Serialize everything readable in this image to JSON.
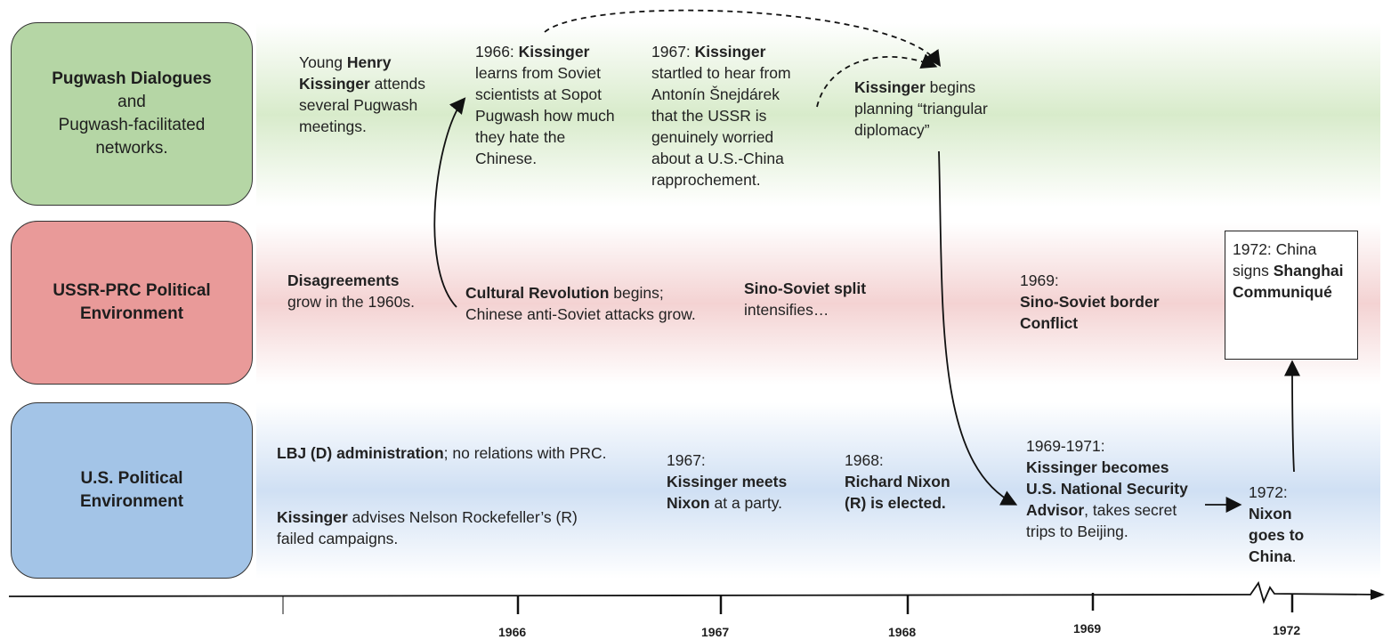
{
  "lanes": {
    "pugwash": {
      "line1": "Pugwash Dialogues",
      "line2": "and",
      "line3": "Pugwash-facilitated",
      "line4": "networks."
    },
    "ussr": {
      "line1": "USSR-PRC Political",
      "line2": "Environment"
    },
    "us": {
      "line1": "U.S. Political",
      "line2": "Environment"
    }
  },
  "notes": {
    "young_henry": {
      "t1": "Young ",
      "t2": "Henry Kissinger",
      "t3": " attends several Pugwash meetings."
    },
    "n1966": {
      "t1": "1966: ",
      "t2": "Kissinger",
      "t3": " learns from Soviet scientists at Sopot Pugwash how much they hate the Chinese."
    },
    "n1967": {
      "t1": "1967: ",
      "t2": "Kissinger",
      "t3": " startled to hear from Antonín Šnejdárek that the USSR is genuinely worried about a U.S.-China rapprochement."
    },
    "triangular": {
      "t1": "Kissinger",
      "t2": " begins planning “triangular diplomacy”"
    },
    "disagreements": {
      "t1": "Disagreements",
      "t2": " grow in the 1960s."
    },
    "cultural": {
      "t1": "Cultural Revolution",
      "t2": " begins; Chinese anti-Soviet attacks grow."
    },
    "split": {
      "t1": "Sino-Soviet split",
      "t2": " intensifies…"
    },
    "border": {
      "t1": "1969:",
      "t2": "Sino-Soviet border Conflict"
    },
    "shanghai": {
      "t1": "1972: China signs ",
      "t2": "Shanghai Communiqué"
    },
    "lbj": {
      "t1": "LBJ (D) administration",
      "t2": "; no relations with PRC."
    },
    "rockefeller": {
      "t1": "Kissinger",
      "t2": " advises Nelson Rockefeller’s (R) failed campaigns."
    },
    "meets_nixon": {
      "t1": "1967:",
      "t2": "Kissinger meets Nixon",
      "t3": " at a party."
    },
    "elected": {
      "t1": "1968:",
      "t2": "Richard Nixon (R) is elected."
    },
    "nsa": {
      "t1": "1969-1971:",
      "t2": "Kissinger becomes U.S. National Security Advisor",
      "t3": ", takes secret trips to Beijing."
    },
    "nixon_china": {
      "t1": "1972:",
      "t2": "Nixon goes to China",
      "t3": "."
    }
  },
  "timeline": {
    "years": [
      "1966",
      "1967",
      "1968",
      "1969",
      "1972"
    ]
  },
  "colors": {
    "pugwash_lane": "#b5d6a5",
    "ussr_lane": "#e99a99",
    "us_lane": "#a3c4e7"
  }
}
